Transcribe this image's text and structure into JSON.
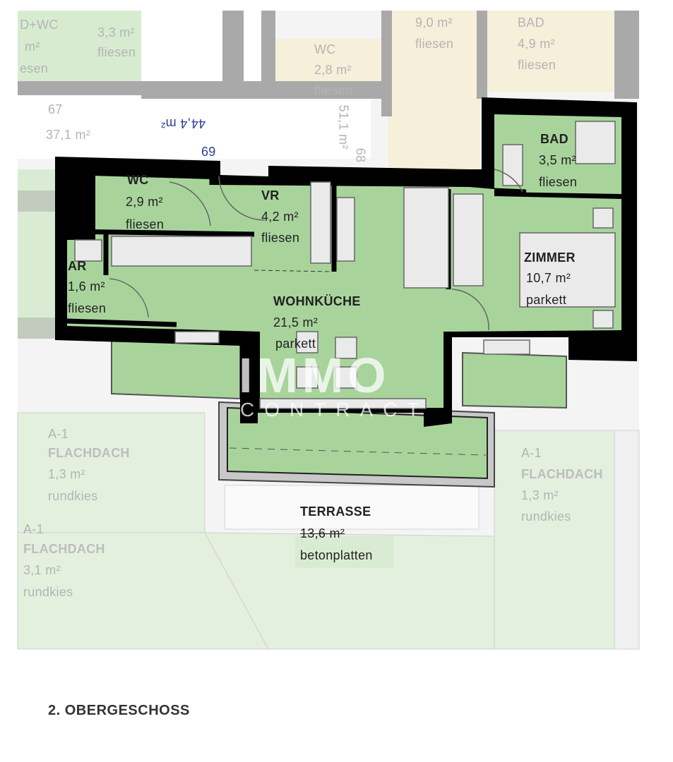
{
  "neighbors": {
    "badwc": {
      "name": "D+WC",
      "area": "m²",
      "floor": "esen"
    },
    "tr": {
      "area": "3,3 m²",
      "floor": "fliesen"
    },
    "wc": {
      "name": "WC",
      "area": "2,8 m²",
      "floor": "fliesen"
    },
    "room9": {
      "area": "9,0 m²",
      "floor": "fliesen"
    },
    "bad": {
      "name": "BAD",
      "area": "4,9 m²",
      "floor": "fliesen"
    },
    "unit67": {
      "number": "67",
      "area": "37,1 m²"
    },
    "unit69": {
      "number": "69",
      "area": "44,4 m²"
    },
    "unit68": {
      "number": "68",
      "area": "51,1 m²"
    }
  },
  "rooms": {
    "wc": {
      "name": "WC",
      "area": "2,9 m²",
      "floor": "fliesen"
    },
    "vr": {
      "name": "VR",
      "area": "4,2 m²",
      "floor": "fliesen"
    },
    "bad": {
      "name": "BAD",
      "area": "3,5 m²",
      "floor": "fliesen"
    },
    "zimmer": {
      "name": "ZIMMER",
      "area": "10,7 m²",
      "floor": "parkett"
    },
    "ar": {
      "name": "AR",
      "area": "1,6 m²",
      "floor": "fliesen"
    },
    "wohnkueche": {
      "name": "WOHNKÜCHE",
      "area": "21,5 m²",
      "floor": "parkett"
    },
    "terrasse": {
      "name": "TERRASSE",
      "area": "13,6 m²",
      "floor": "betonplatten"
    }
  },
  "flachdach": [
    {
      "code": "A-1",
      "name": "FLACHDACH",
      "area": "1,3 m²",
      "floor": "rundkies"
    },
    {
      "code": "A-1",
      "name": "FLACHDACH",
      "area": "1,3 m²",
      "floor": "rundkies"
    },
    {
      "code": "A-1",
      "name": "FLACHDACH",
      "area": "3,1 m²",
      "floor": "rundkies"
    }
  ],
  "watermark": {
    "line1": "IMMO",
    "line2": "CONTRACT"
  },
  "caption": "2. OBERGESCHOSS",
  "colors": {
    "room_green": "#a8d49c",
    "neighbor_green": "#cfe8c8",
    "neighbor_beige": "#f6efd9",
    "wall": "#000000",
    "faded_wall": "#9a9a9a"
  }
}
